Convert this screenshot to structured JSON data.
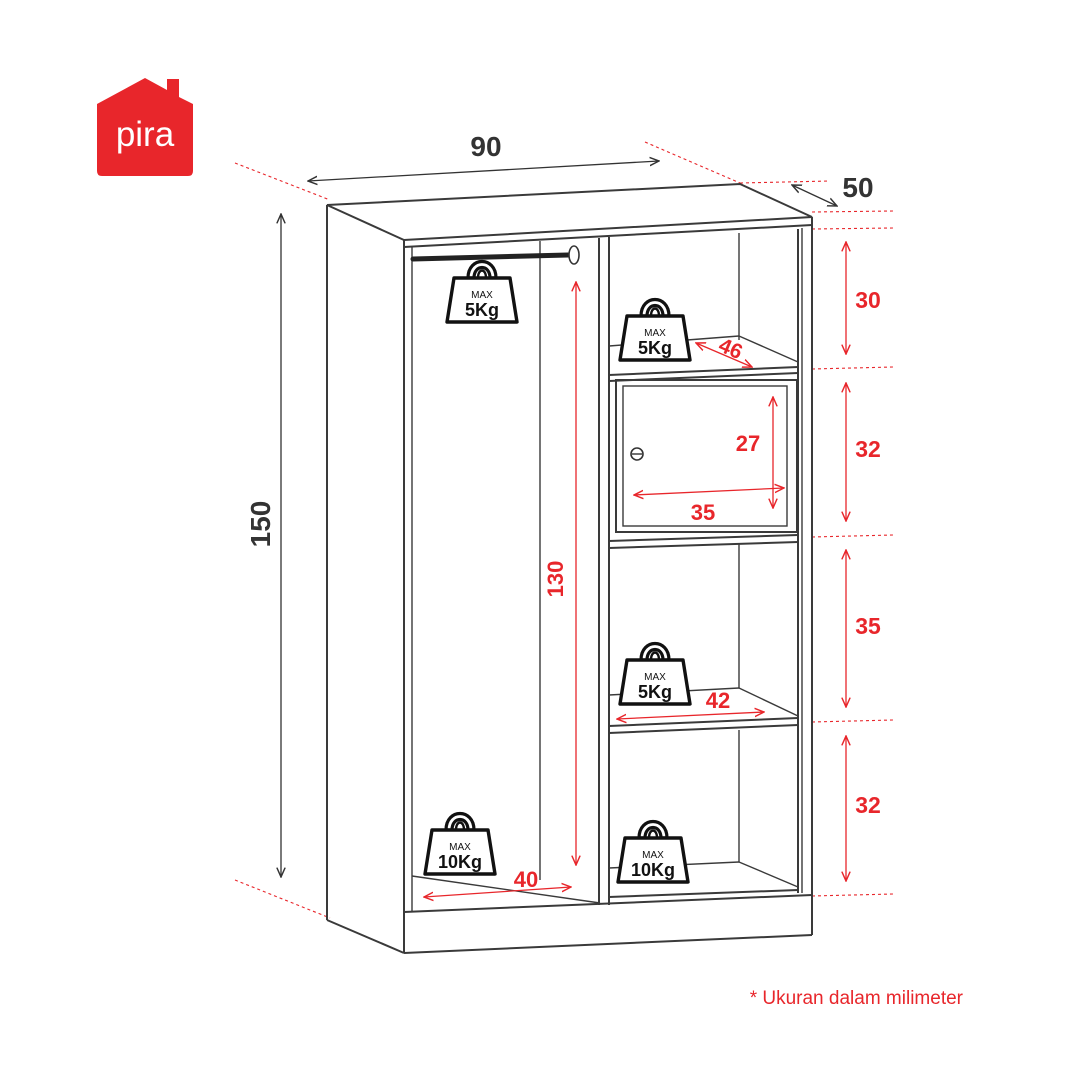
{
  "brand": {
    "logo_text": "pira",
    "color": "#e8262b"
  },
  "colors": {
    "dimension_red": "#e8262b",
    "dimension_black": "#333333",
    "line": "#3a3a3a"
  },
  "overall_dimensions": {
    "width": "90",
    "depth": "50",
    "height": "150"
  },
  "interior_dimensions": {
    "hanging_height": "130",
    "hanging_width": "40",
    "top_shelf_depth": "46",
    "drawer_height": "27",
    "drawer_width": "35",
    "lower_shelf_width": "42"
  },
  "compartment_heights": [
    "30",
    "32",
    "35",
    "32"
  ],
  "load_labels": [
    {
      "max": "MAX",
      "weight": "5Kg"
    },
    {
      "max": "MAX",
      "weight": "5Kg"
    },
    {
      "max": "MAX",
      "weight": "5Kg"
    },
    {
      "max": "MAX",
      "weight": "10Kg"
    },
    {
      "max": "MAX",
      "weight": "10Kg"
    }
  ],
  "footnote": "* Ukuran dalam milimeter"
}
